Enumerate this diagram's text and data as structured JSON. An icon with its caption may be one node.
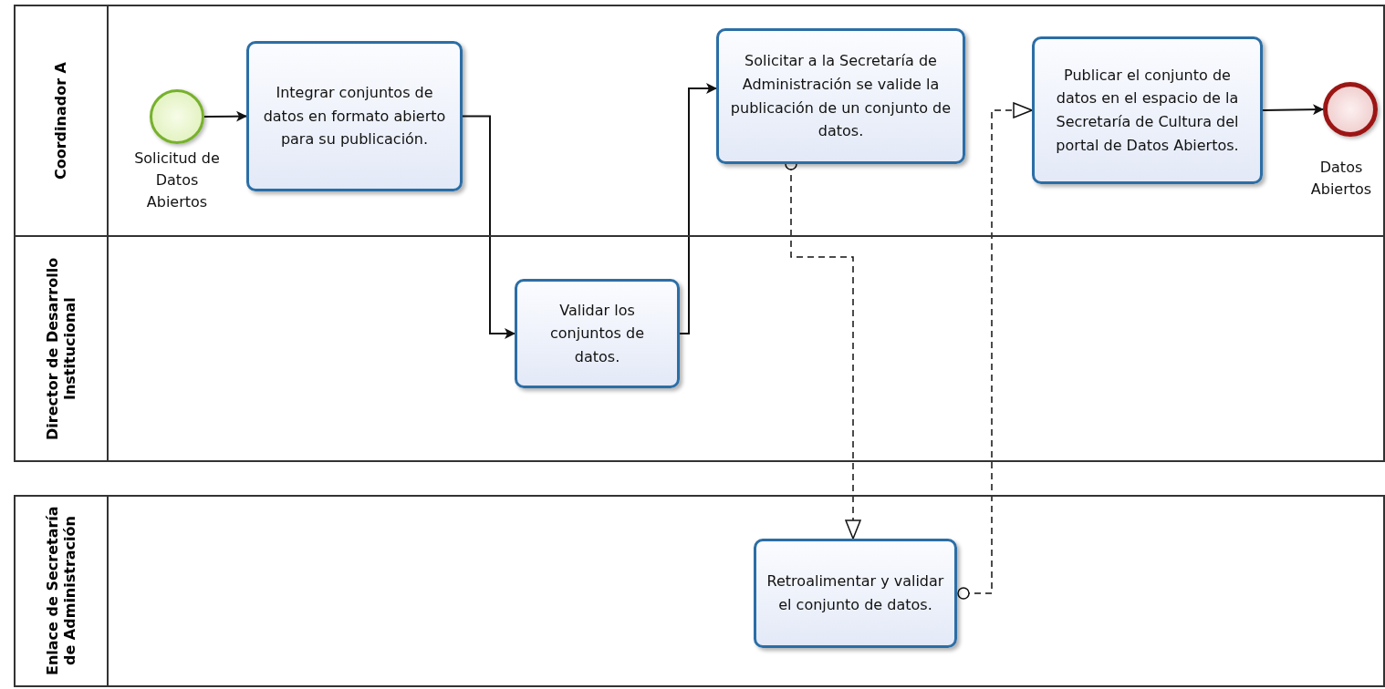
{
  "diagram": {
    "nodes": [
      {
        "text": [
          "Coordinador A"
        ]
      },
      {
        "text": [
          "Director de Desarrollo Institucional"
        ]
      },
      {
        "text": [
          "Enlace de Secretaría de Administración"
        ]
      },
      {
        "text": [],
        "shape": "circle",
        "in": 0,
        "beside": [
          "Solicitud de Datos Abiertos"
        ]
      },
      {
        "text": [
          "Integrar conjuntos de datos en formato abierto para su publicación."
        ],
        "in": 0
      },
      {
        "text": [
          "Solicitar a la Secretaría de Administración se valide la publicación de un conjunto de datos."
        ],
        "in": 0
      },
      {
        "text": [
          "Publicar el conjunto de datos en el espacio de la Secretaría de Cultura del portal de Datos Abiertos."
        ],
        "in": 0
      },
      {
        "text": [],
        "shape": "circle",
        "in": 0,
        "beside": [
          "Datos Abiertos"
        ]
      },
      {
        "text": [
          "Validar los conjuntos de datos."
        ],
        "in": 1
      },
      {
        "text": [
          "Retroalimentar y validar el conjunto de datos."
        ],
        "in": 2
      }
    ],
    "edges": [
      {
        "from": 3,
        "to": 4,
        "arrow": "to"
      },
      {
        "from": 4,
        "to": 8,
        "arrow": "to"
      },
      {
        "from": 8,
        "to": 5,
        "arrow": "to"
      },
      {
        "from": 5,
        "to": 9,
        "arrow": "to",
        "style": "dashed"
      },
      {
        "from": 9,
        "to": 6,
        "arrow": "to",
        "style": "dashed"
      },
      {
        "from": 6,
        "to": 7,
        "arrow": "to"
      }
    ]
  }
}
